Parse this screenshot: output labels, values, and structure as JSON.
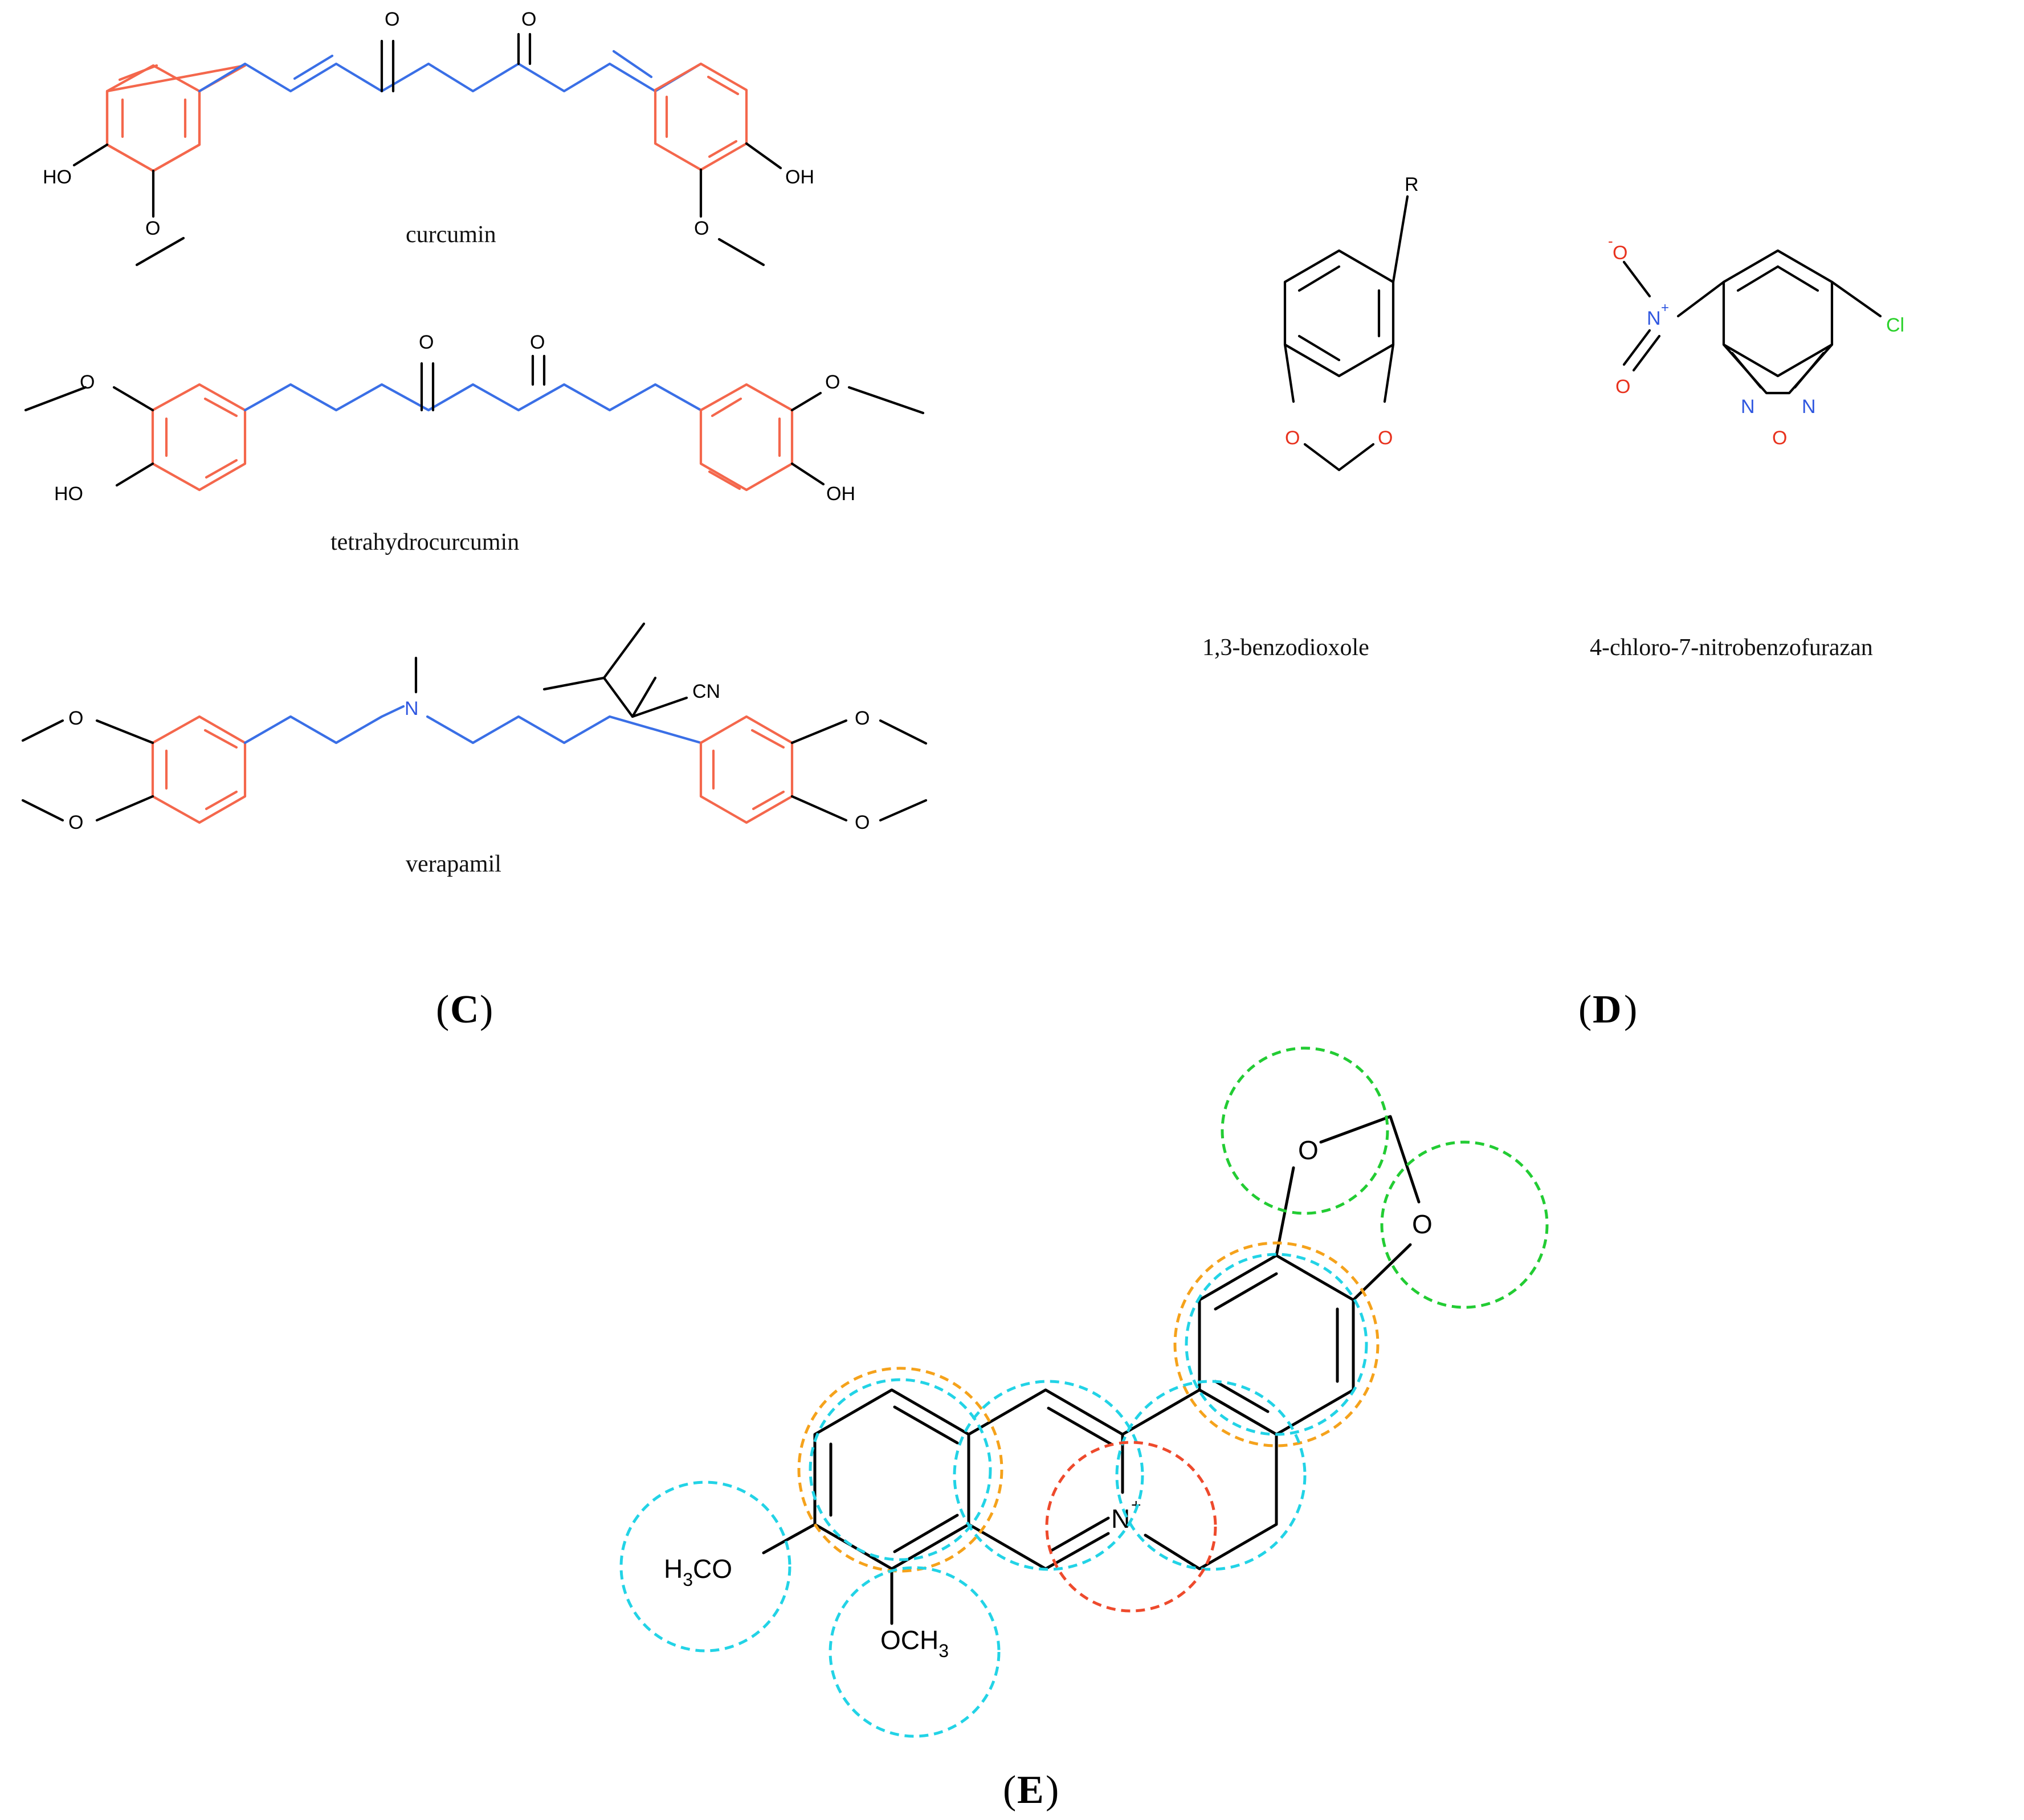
{
  "panels": {
    "c": "C",
    "d": "D",
    "e": "E"
  },
  "compounds": {
    "curcumin": "curcumin",
    "tetrahydrocurcumin": "tetrahydrocurcumin",
    "verapamil": "verapamil",
    "benzodioxole": "1,3-benzodioxole",
    "cnbf": "4-chloro-7-nitrobenzofurazan"
  },
  "atoms": {
    "o": "O",
    "ho": "HO",
    "oh": "OH",
    "n": "N",
    "cn": "CN",
    "r": "R",
    "cl": "Cl",
    "n_plus": "N",
    "o_minus": "O",
    "plus": "+",
    "minus": "-",
    "h3co_h": "H",
    "h3co_3": "3",
    "h3co_co": "CO",
    "och3_och": "OCH",
    "och3_3": "3"
  },
  "colors": {
    "aromatic_ring": "#f4674c",
    "linker": "#3a6fe6",
    "oxygen": "#e8321e",
    "nitrogen": "#2f57e0",
    "chlorine": "#2ad12a",
    "circle_methylenedioxy": "#22cc33",
    "circle_pharmacophore": "#22d3e6",
    "circle_aromatic": "#f5a21b",
    "circle_cation": "#ee4a2c"
  }
}
